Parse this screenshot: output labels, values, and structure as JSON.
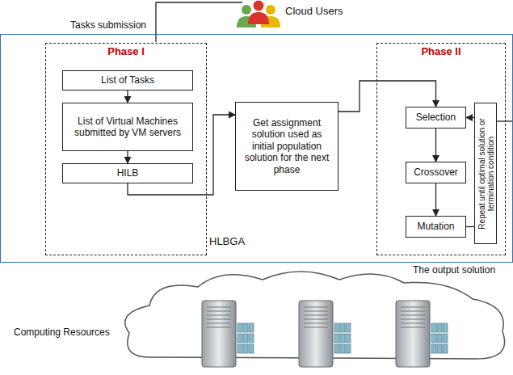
{
  "diagram": {
    "nodes": [
      {
        "text": [
          "HLBGA"
        ]
      },
      {
        "text": [
          "Phase I"
        ],
        "in": 0
      },
      {
        "text": [
          "List of Tasks"
        ],
        "in": 1
      },
      {
        "text": [
          "List of Virtual Machines submitted by VM servers"
        ],
        "in": 1
      },
      {
        "text": [
          "HILB"
        ],
        "in": 1
      },
      {
        "text": [
          "Get assignment solution used as initial population solution for the next phase"
        ],
        "in": 0
      },
      {
        "text": [
          "Phase II"
        ],
        "in": 0
      },
      {
        "text": [
          "Selection"
        ],
        "in": 6
      },
      {
        "text": [
          "Crossover"
        ],
        "in": 6
      },
      {
        "text": [
          "Mutation"
        ],
        "in": 6
      },
      {
        "text": [
          "Repeat until optimal solution or termination condition"
        ],
        "in": 6
      }
    ],
    "edges": [
      {
        "from": 2,
        "to": 3,
        "arrow": "to"
      },
      {
        "from": 3,
        "to": 4,
        "arrow": "to"
      },
      {
        "from": 4,
        "to": 5,
        "arrow": "to"
      },
      {
        "from": 5,
        "to": 7,
        "arrow": "to"
      },
      {
        "from": 7,
        "to": 8,
        "arrow": "to"
      },
      {
        "from": 8,
        "to": 9,
        "arrow": "to"
      },
      {
        "from": 9,
        "to": 10,
        "arrow": "none"
      },
      {
        "from": 10,
        "to": 7,
        "arrow": "to"
      }
    ],
    "labels": [
      "Cloud Users",
      "Tasks submission",
      "The output solution",
      "Computing Resources"
    ]
  }
}
